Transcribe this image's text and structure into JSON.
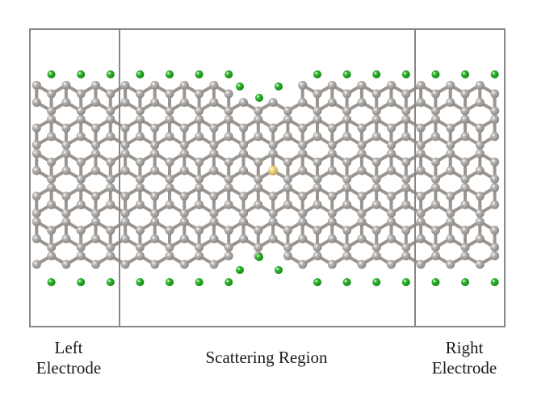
{
  "labels": {
    "left": [
      "Left",
      "Electrode"
    ],
    "center": "Scattering Region",
    "right": [
      "Right",
      "Electrode"
    ]
  },
  "colors": {
    "box": "#888888",
    "carbon": "#b9b4b0",
    "carbon_shade": "#8c8783",
    "bond": "#9a9590",
    "hydrogen": "#2fb82f",
    "hydrogen_shade": "#168616",
    "dopant": "#f2d88c",
    "dopant_shade": "#c7a550"
  },
  "structure": {
    "type": "zigzag-graphene-nanoribbon",
    "edge_passivation": "hydrogen",
    "features": [
      "central-notch-top",
      "central-notch-bottom",
      "single-dopant-atom"
    ]
  }
}
